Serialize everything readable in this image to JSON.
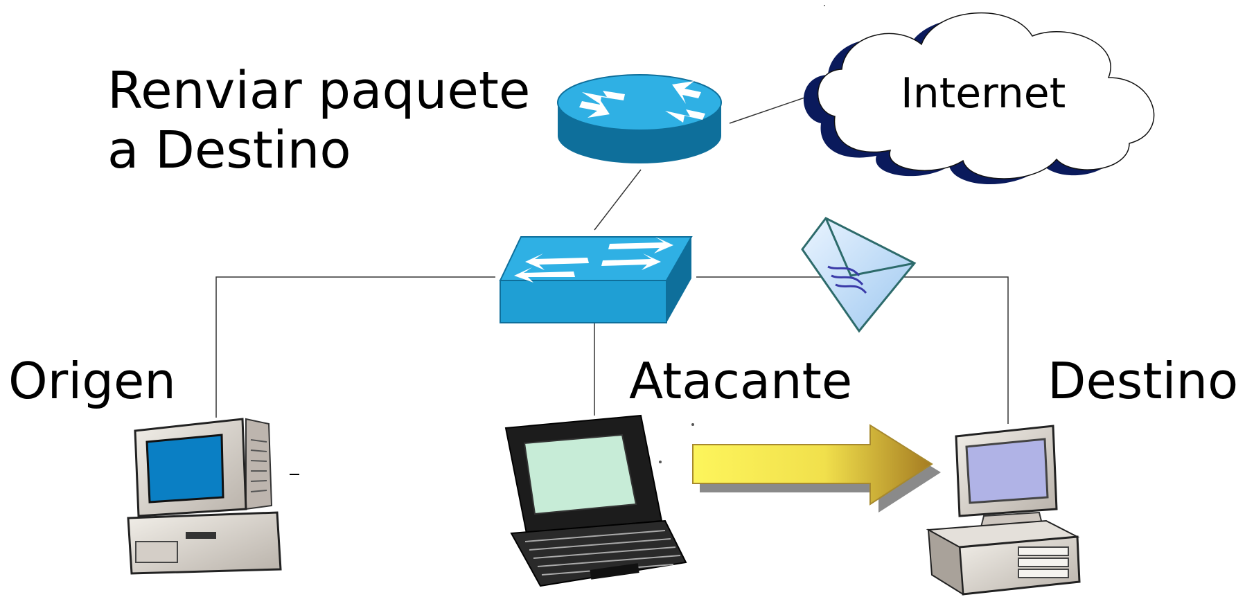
{
  "diagram": {
    "caption_line1": "Renviar paquete",
    "caption_line2": "a Destino",
    "internet_label": "Internet",
    "nodes": {
      "origen": "Origen",
      "atacante": "Atacante",
      "destino": "Destino"
    }
  },
  "colors": {
    "device_blue": "#1f9fd4",
    "device_blue_dark": "#0e6f9b",
    "cloud_shadow": "#0a1a5c",
    "arrow_yellow": "#fdf55c",
    "arrow_gold": "#b0862a",
    "link_line": "#333333"
  }
}
